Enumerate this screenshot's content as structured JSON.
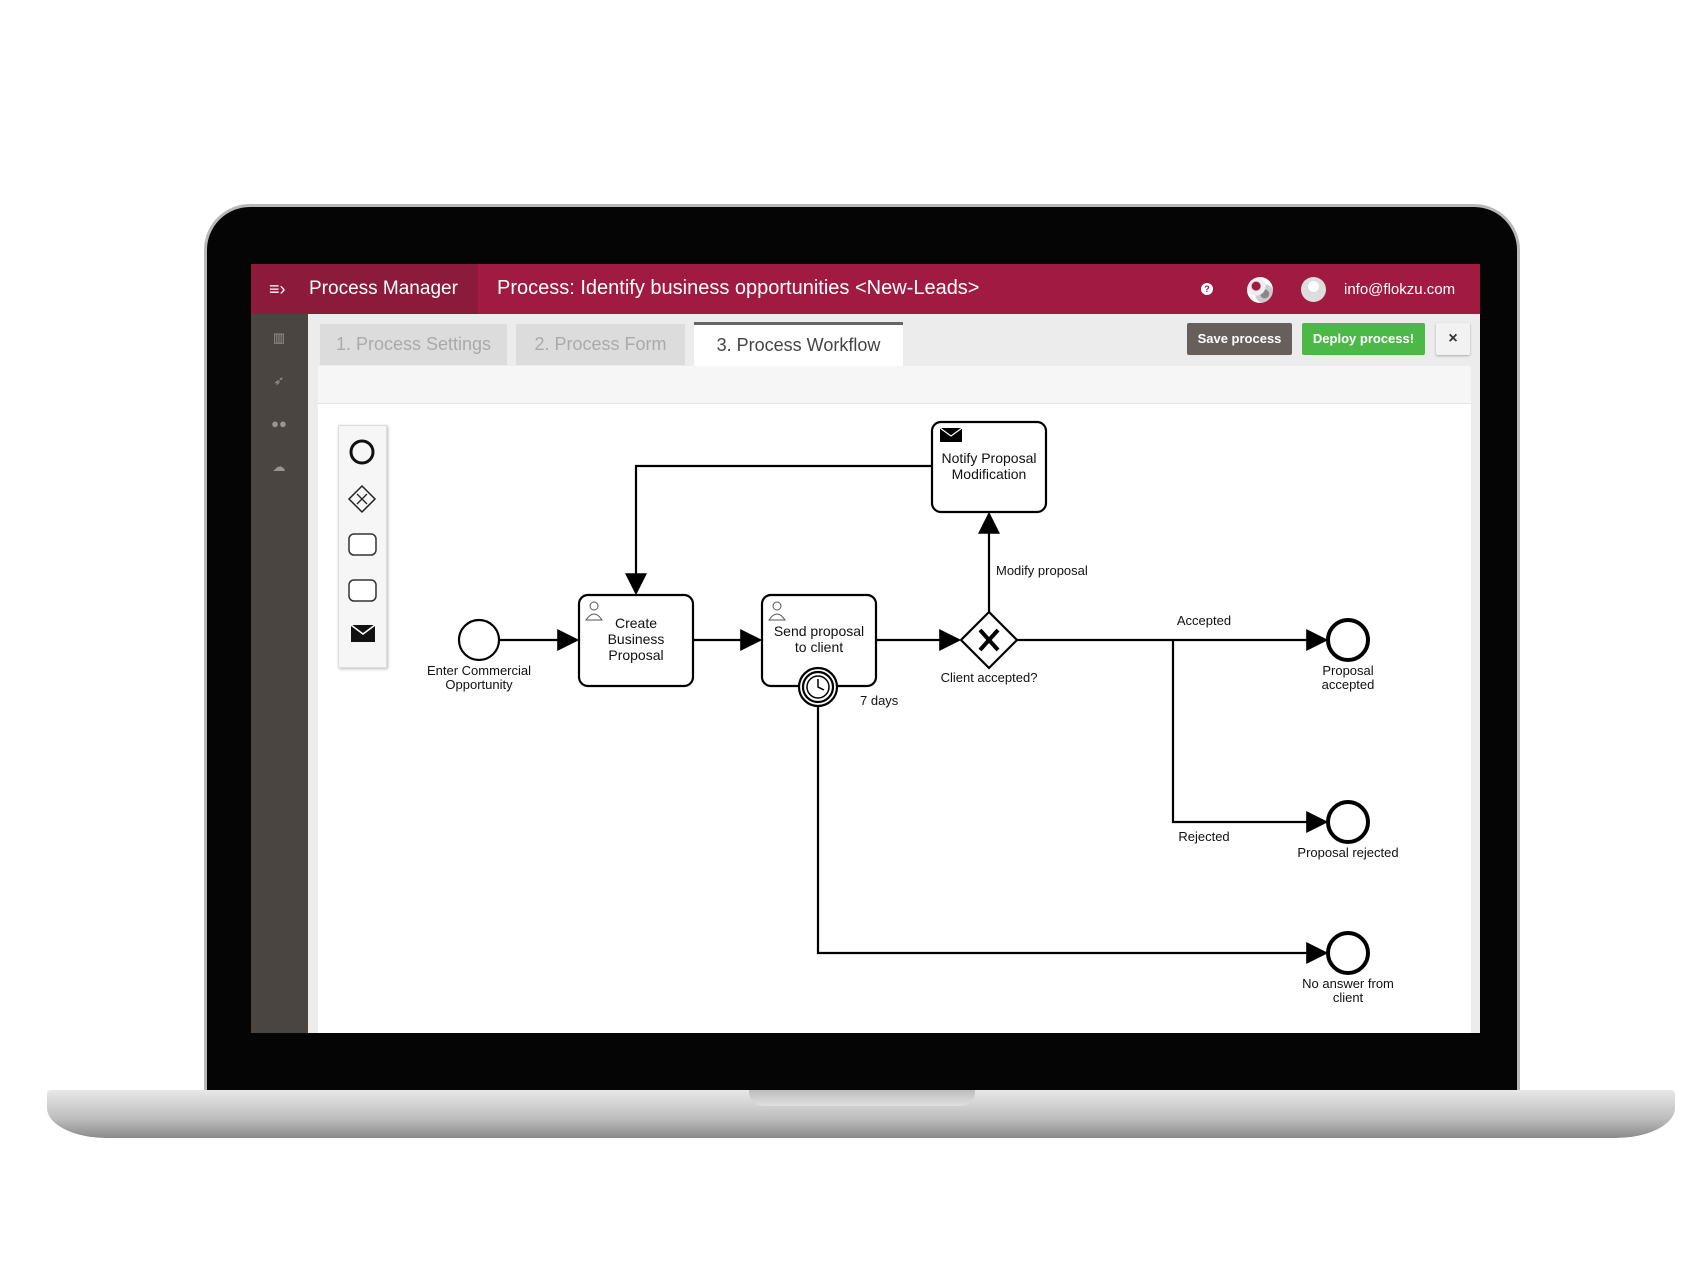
{
  "header": {
    "app_title": "Process Manager",
    "process_title": "Process: Identify business opportunities <New-Leads>",
    "help_label": "?",
    "user_email": "info@flokzu.com"
  },
  "tabs": [
    {
      "label": "1. Process Settings"
    },
    {
      "label": "2. Process Form"
    },
    {
      "label": "3. Process Workflow",
      "active": true
    }
  ],
  "toolbar": {
    "save_label": "Save process",
    "deploy_label": "Deploy process!",
    "close_label": "×"
  },
  "colors": {
    "brand": "#a01a42",
    "save": "#675f5b",
    "deploy": "#4cb848",
    "sidebar": "#4a4541"
  },
  "sidebar": {
    "icons": [
      "chart-icon",
      "rocket-icon",
      "users-icon",
      "cloud-icon"
    ]
  },
  "palette": {
    "items": [
      "start-event-icon",
      "gateway-icon",
      "user-task-icon",
      "service-task-icon",
      "message-task-icon"
    ]
  },
  "diagram": {
    "start": "Enter Commercial Opportunity",
    "start_lines": [
      "Enter Commercial",
      "Opportunity"
    ],
    "task_create": [
      "Create",
      "Business",
      "Proposal"
    ],
    "task_send": [
      "Send proposal",
      "to client"
    ],
    "task_notify": [
      "Notify Proposal",
      "Modification"
    ],
    "timer": "7 days",
    "gateway": "Client accepted?",
    "flow_modify": "Modify proposal",
    "flow_accepted": "Accepted",
    "flow_rejected": "Rejected",
    "end_accepted": [
      "Proposal",
      "accepted"
    ],
    "end_rejected": "Proposal rejected",
    "end_noanswer": [
      "No answer from",
      "client"
    ]
  }
}
